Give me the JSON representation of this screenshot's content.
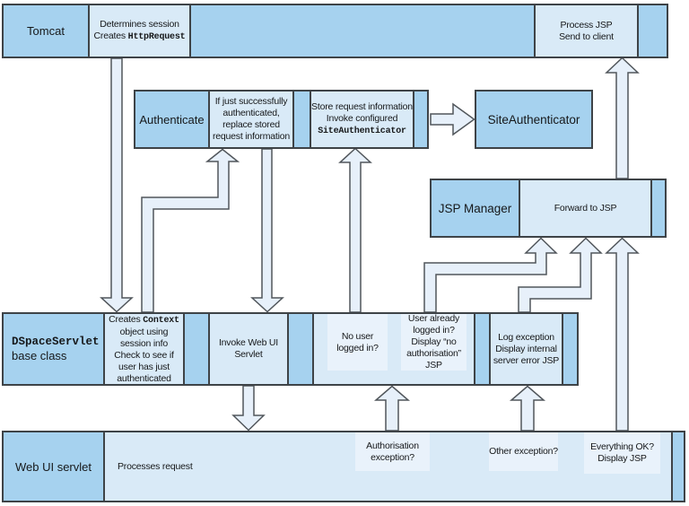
{
  "colors": {
    "lane_fill": "#a6d2ef",
    "box_fill": "#d9eaf7",
    "inner_fill": "#e9f2fb",
    "arrow_fill": "#e7f0fa",
    "border": "#3e4347",
    "arrow_stroke": "#51565b",
    "text": "#16181a",
    "background": "#ffffff"
  },
  "tomcat": {
    "label": "Tomcat",
    "session_box": {
      "line1": "Determines session",
      "line2_prefix": "Creates ",
      "line2_code": "HttpRequest"
    },
    "process_box": "Process JSP\nSend to client"
  },
  "authenticate": {
    "label": "Authenticate",
    "replace_box": "If just successfully\nauthenticated,\nreplace stored\nrequest information",
    "store_box": {
      "line1": "Store request information",
      "line2": "Invoke configured",
      "line3_code": "SiteAuthenticator"
    }
  },
  "site_authenticator": {
    "label": "SiteAuthenticator"
  },
  "jsp_manager": {
    "label": "JSP Manager",
    "forward_box": "Forward to JSP"
  },
  "dspace_servlet": {
    "label_code": "DSpaceServlet",
    "label_text": "base class",
    "context_box": {
      "line1_prefix": "Creates ",
      "line1_code": "Context",
      "rest": "object using\nsession info\nCheck to see if\nuser has just\nauthenticated"
    },
    "invoke_box": "Invoke Web UI\nServlet",
    "no_user_box": "No user\nlogged in?",
    "user_already_box": "User already\nlogged in?\nDisplay “no\nauthorisation”\nJSP",
    "log_exception_box": "Log exception\nDisplay internal\nserver error JSP"
  },
  "web_ui_servlet": {
    "label": "Web UI servlet",
    "processes_box": "Processes request",
    "auth_exception_box": "Authorisation\nexception?",
    "other_exception_box": "Other exception?",
    "ok_box": "Everything OK?\nDisplay JSP"
  }
}
